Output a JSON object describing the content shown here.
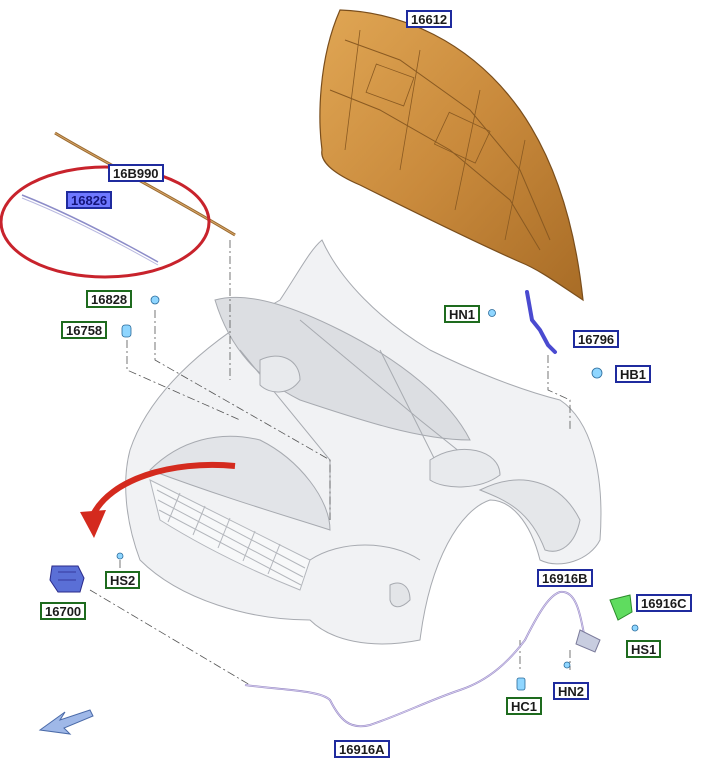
{
  "labels": {
    "hood": "16612",
    "hood_seal_upper": "16B990",
    "hood_seal": "16826",
    "clip": "16828",
    "bumper": "16758",
    "hinge_nut": "HN1",
    "hinge": "16796",
    "hinge_bolt": "HB1",
    "latch_screw": "HS2",
    "latch": "16700",
    "cable_b": "16916B",
    "handle": "16916C",
    "handle_screw": "HS1",
    "handle_nut": "HN2",
    "cable_clip": "HC1",
    "cable_a": "16916A"
  },
  "colors": {
    "hood": "#c98a3c",
    "callout_blue": "#1f2b9e",
    "callout_green": "#1e6b1e",
    "highlight_fill": "#6e78ff",
    "circle_red": "#c8232c",
    "arrow_red": "#d42a1e",
    "fasteners": "#8fd6ff",
    "handle": "#5fdc5f"
  },
  "icons": [
    "red-curved-arrow-icon",
    "compass-arrow-icon"
  ]
}
